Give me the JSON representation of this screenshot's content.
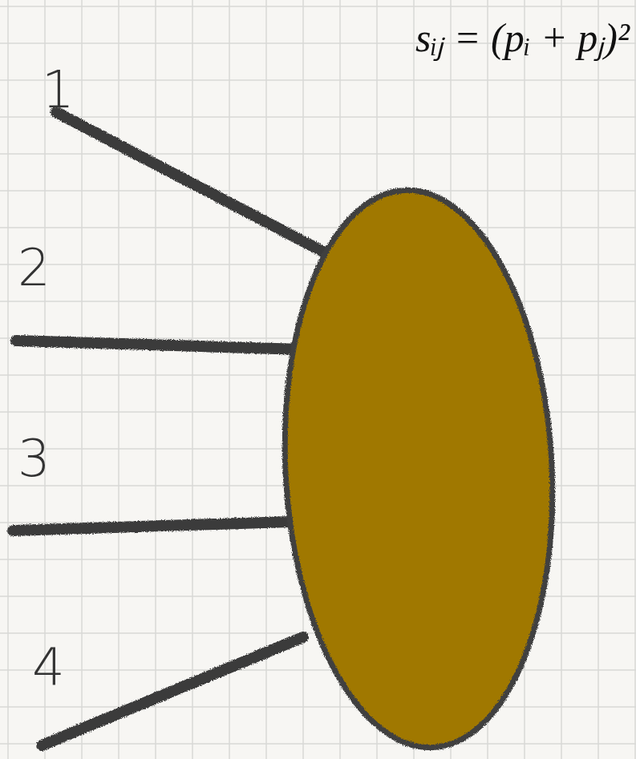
{
  "diagram": {
    "labels": [
      "1",
      "2",
      "3",
      "4",
      "sᵢⱼ = (pᵢ + pⱼ)²"
    ]
  }
}
